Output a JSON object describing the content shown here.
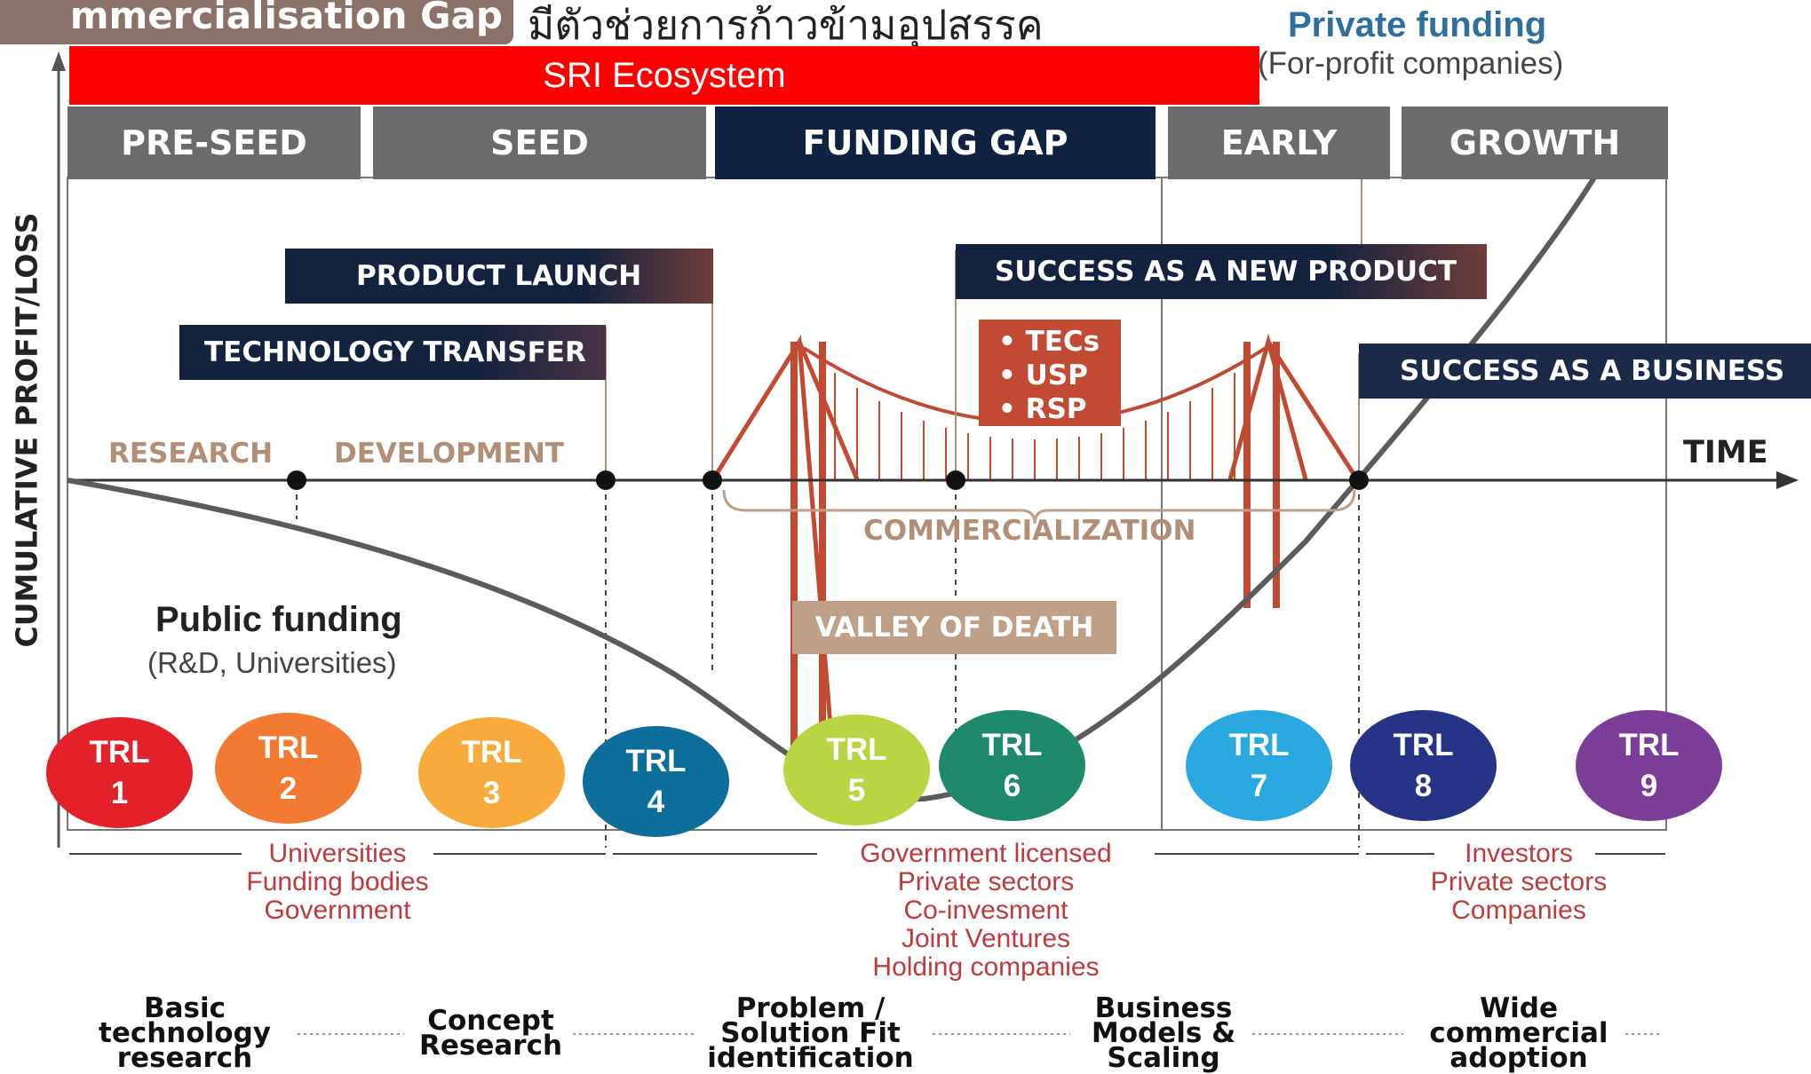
{
  "header": {
    "left_title": "mmercialisation Gap",
    "thai_title": "มีตัวช่วยการก้าวข้ามอุปสรรค",
    "ecosystem_label": "SRI Ecosystem",
    "private_funding_title": "Private funding",
    "private_funding_sub": "(For-profit companies)"
  },
  "stages": [
    "PRE-SEED",
    "SEED",
    "FUNDING GAP",
    "EARLY",
    "GROWTH"
  ],
  "milestones": {
    "product_launch": "PRODUCT LAUNCH",
    "technology_transfer": "TECHNOLOGY TRANSFER",
    "success_new_product": "SUCCESS AS A NEW PRODUCT",
    "success_business": "SUCCESS AS A BUSINESS"
  },
  "support_items": [
    "• TECs",
    "• USP",
    "• RSP"
  ],
  "axis": {
    "y_label": "CUMULATIVE PROFIT/LOSS",
    "x_label": "TIME"
  },
  "phases": {
    "research": "RESEARCH",
    "development": "DEVELOPMENT",
    "commercialization": "COMMERCIALIZATION",
    "valley": "VALLEY OF DEATH"
  },
  "public_funding": {
    "title": "Public funding",
    "sub": "(R&D, Universities)"
  },
  "trl": [
    {
      "label": "TRL",
      "num": "1",
      "color": "#e3212b"
    },
    {
      "label": "TRL",
      "num": "2",
      "color": "#f27a33"
    },
    {
      "label": "TRL",
      "num": "3",
      "color": "#f8aa3a"
    },
    {
      "label": "TRL",
      "num": "4",
      "color": "#0d6e9b"
    },
    {
      "label": "TRL",
      "num": "5",
      "color": "#bad544"
    },
    {
      "label": "TRL",
      "num": "6",
      "color": "#1e8a6b"
    },
    {
      "label": "TRL",
      "num": "7",
      "color": "#29a9e0"
    },
    {
      "label": "TRL",
      "num": "8",
      "color": "#253487"
    },
    {
      "label": "TRL",
      "num": "9",
      "color": "#7b3d98"
    }
  ],
  "actors": {
    "left": [
      "Universities",
      "Funding bodies",
      "Government"
    ],
    "middle": [
      "Government licensed",
      "Private sectors",
      "Co-invesment",
      "Joint Ventures",
      "Holding companies"
    ],
    "right": [
      "Investors",
      "Private sectors",
      "Companies"
    ]
  },
  "bottom_phases": [
    "Basic technology research",
    "Concept Research",
    "Problem / Solution Fit identification",
    "Business Models & Scaling",
    "Wide commercial adoption"
  ],
  "colors": {
    "stage_gray": "#6b6b6b",
    "funding_gap": "#0f2242",
    "banner_navy": "#1b2a48",
    "bridge": "#c24a33",
    "curve": "#5b5b5b"
  }
}
